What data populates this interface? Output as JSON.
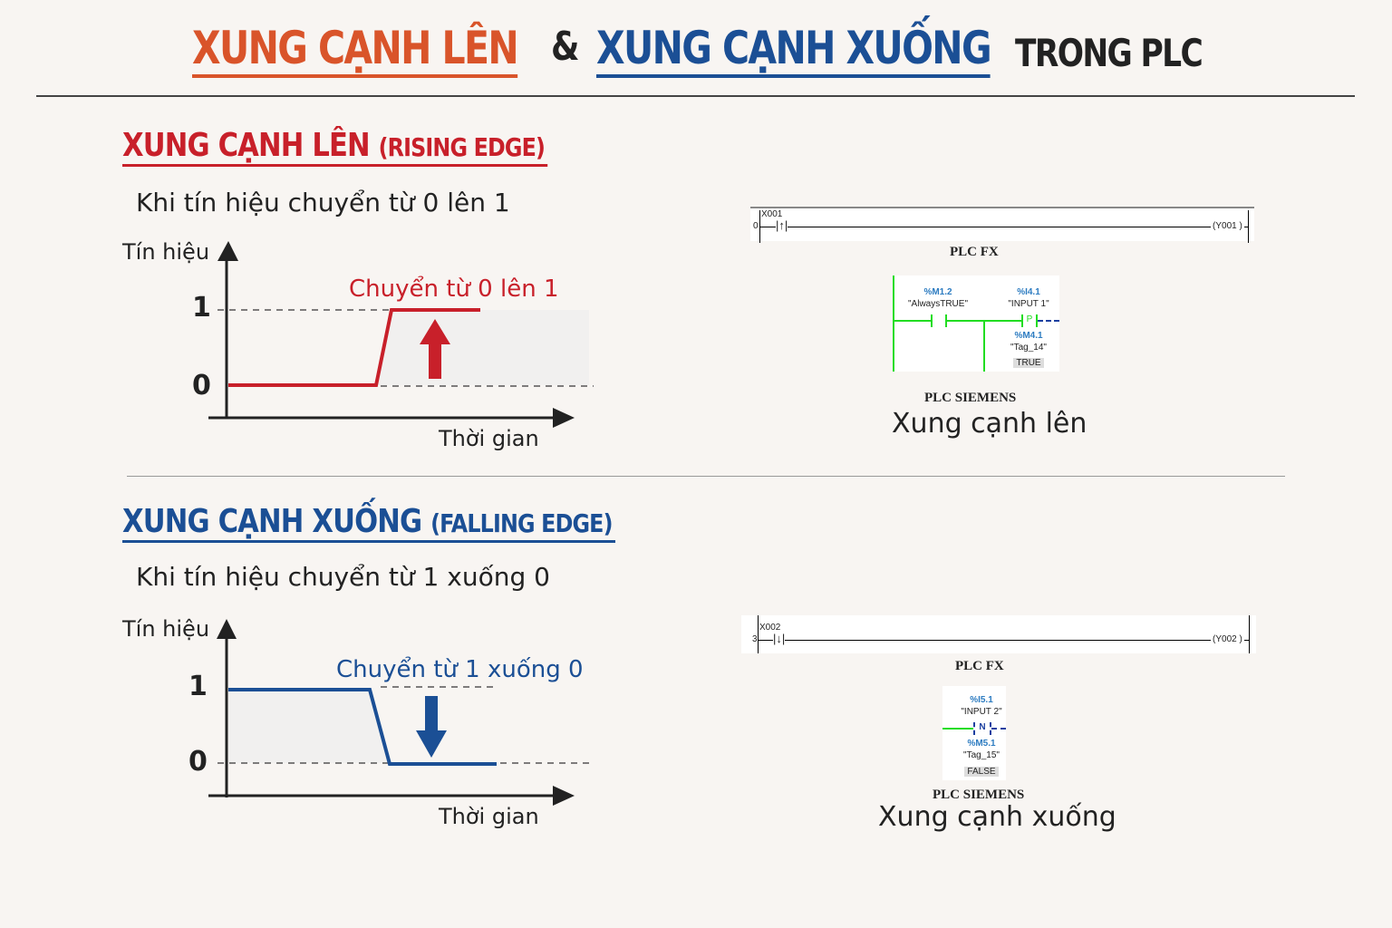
{
  "title": {
    "part1": "XUNG CẠNH LÊN",
    "amp": "&",
    "part2": "XUNG CẠNH XUỐNG",
    "part3": "TRONG PLC"
  },
  "colors": {
    "orange": "#d9542a",
    "blue": "#1b4f95",
    "red": "#c8202a",
    "green": "#22dd22"
  },
  "rising": {
    "heading": "XUNG CẠNH LÊN",
    "heading_en": "(RISING EDGE)",
    "desc": "Khi tín hiệu chuyển từ 0 lên 1",
    "y_axis": "Tín hiệu",
    "x_axis": "Thời gian",
    "tick1": "1",
    "tick0": "0",
    "annotation": "Chuyển từ 0 lên 1",
    "fx": {
      "rung": "0",
      "contact": "X001",
      "coil": "Y001",
      "label": "PLC FX"
    },
    "siemens": {
      "addr1": "%M1.2",
      "tag1": "\"AlwaysTRUE\"",
      "addr2": "%I4.1",
      "tag2": "\"INPUT 1\"",
      "edge": "P",
      "addr3": "%M4.1",
      "tag3": "\"Tag_14\"",
      "state": "TRUE",
      "label": "PLC SIEMENS"
    },
    "caption": "Xung cạnh lên"
  },
  "falling": {
    "heading": "XUNG CẠNH XUỐNG",
    "heading_en": "(FALLING EDGE)",
    "desc": "Khi tín hiệu chuyển từ 1 xuống 0",
    "y_axis": "Tín hiệu",
    "x_axis": "Thời gian",
    "tick1": "1",
    "tick0": "0",
    "annotation": "Chuyển từ 1 xuống 0",
    "fx": {
      "rung": "3",
      "contact": "X002",
      "coil": "Y002",
      "label": "PLC FX"
    },
    "siemens": {
      "addr2": "%I5.1",
      "tag2": "\"INPUT 2\"",
      "edge": "N",
      "addr3": "%M5.1",
      "tag3": "\"Tag_15\"",
      "state": "FALSE",
      "label": "PLC SIEMENS"
    },
    "caption": "Xung cạnh xuống"
  }
}
